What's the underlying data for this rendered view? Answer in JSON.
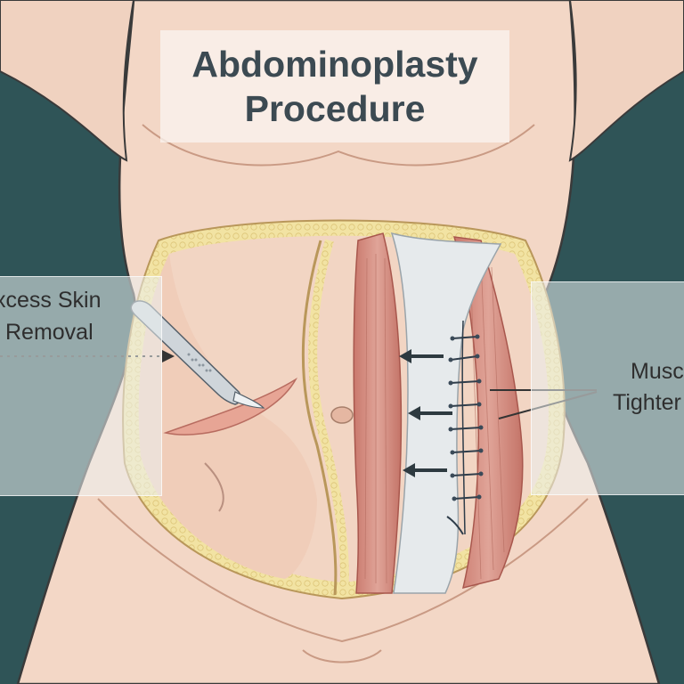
{
  "title": {
    "line1": "Abdominoplasty",
    "line2": "Procedure"
  },
  "labels": {
    "excess_skin_line1": "xcess Skin",
    "excess_skin_line2": "Removal",
    "muscle_line1": "Musc",
    "muscle_line2": "Tighter"
  },
  "icons": [
    "scalpel-icon",
    "suture-stitches",
    "tightening-arrows"
  ],
  "colors": {
    "background": "#2f5457",
    "skin": "#f3d7c6",
    "skin_shadow": "#e6bea8",
    "fat_layer": "#f1e09a",
    "muscle": "#d99a8e",
    "fascia": "#e4e8ea",
    "title_text": "#3c4a52"
  }
}
